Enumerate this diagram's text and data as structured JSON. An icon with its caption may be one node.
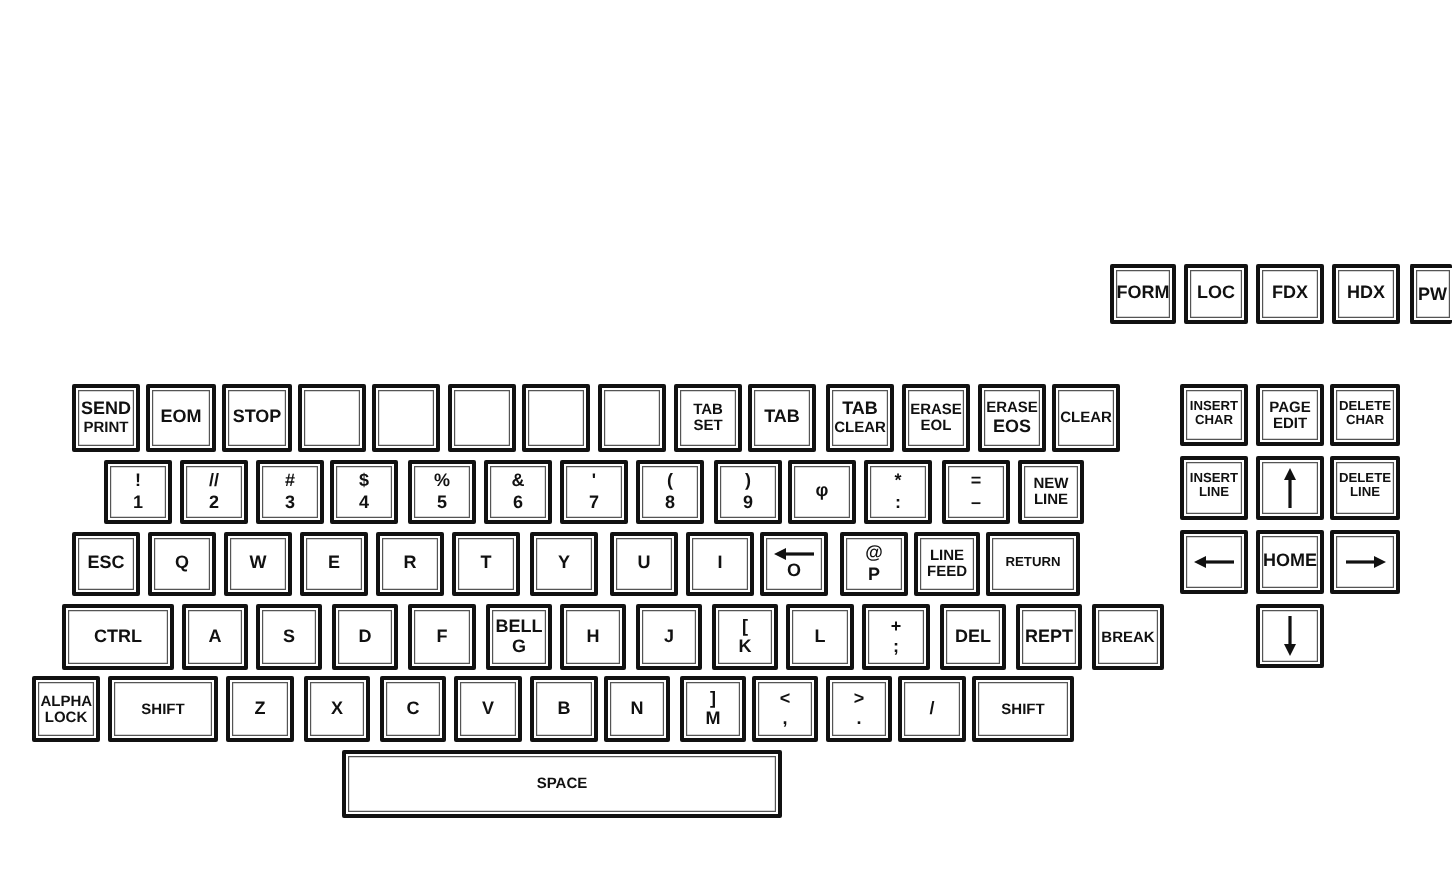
{
  "diagram": {
    "nodes": [
      {
        "text": [
          "FORM"
        ]
      },
      {
        "text": [
          "LOC"
        ]
      },
      {
        "text": [
          "FDX"
        ]
      },
      {
        "text": [
          "HDX"
        ]
      },
      {
        "text": [
          "PW"
        ]
      },
      {
        "text": [
          "SEND",
          "PRINT"
        ]
      },
      {
        "text": [
          "EOM"
        ]
      },
      {
        "text": [
          "STOP"
        ]
      },
      {
        "text": [],
        "shape": "box"
      },
      {
        "text": [],
        "shape": "box"
      },
      {
        "text": [],
        "shape": "box"
      },
      {
        "text": [],
        "shape": "box"
      },
      {
        "text": [],
        "shape": "box"
      },
      {
        "text": [
          "TAB SET"
        ]
      },
      {
        "text": [
          "TAB"
        ]
      },
      {
        "text": [
          "TAB",
          "CLEAR"
        ]
      },
      {
        "text": [
          "ERASE EOL"
        ]
      },
      {
        "text": [
          "ERASE",
          "EOS"
        ]
      },
      {
        "text": [
          "CLEAR"
        ]
      },
      {
        "text": [
          "INSERT CHAR"
        ]
      },
      {
        "text": [
          "PAGE EDIT"
        ]
      },
      {
        "text": [
          "DELETE CHAR"
        ]
      },
      {
        "text": [
          "!",
          "1"
        ]
      },
      {
        "text": [
          "//",
          "2"
        ]
      },
      {
        "text": [
          "#",
          "3"
        ]
      },
      {
        "text": [
          "$",
          "4"
        ]
      },
      {
        "text": [
          "%",
          "5"
        ]
      },
      {
        "text": [
          "&",
          "6"
        ]
      },
      {
        "text": [
          "'",
          "7"
        ]
      },
      {
        "text": [
          "(",
          "8"
        ]
      },
      {
        "text": [
          ")",
          "9"
        ]
      },
      {
        "text": [
          "φ"
        ]
      },
      {
        "text": [
          "*",
          ":"
        ]
      },
      {
        "text": [
          "=",
          "–"
        ]
      },
      {
        "text": [
          "NEW LINE"
        ]
      },
      {
        "text": [
          "INSERT LINE"
        ]
      },
      {
        "text": [],
        "shape": "box"
      },
      {
        "text": [
          "DELETE LINE"
        ]
      },
      {
        "text": [
          "ESC"
        ]
      },
      {
        "text": [
          "Q"
        ]
      },
      {
        "text": [
          "W"
        ]
      },
      {
        "text": [
          "E"
        ]
      },
      {
        "text": [
          "R"
        ]
      },
      {
        "text": [
          "T"
        ]
      },
      {
        "text": [
          "Y"
        ]
      },
      {
        "text": [
          "U"
        ]
      },
      {
        "text": [
          "I"
        ]
      },
      {
        "text": [
          "O"
        ]
      },
      {
        "text": [
          "@",
          "P"
        ]
      },
      {
        "text": [
          "LINE FEED"
        ]
      },
      {
        "text": [
          "RETURN"
        ]
      },
      {
        "text": [],
        "shape": "box"
      },
      {
        "text": [
          "HOME"
        ]
      },
      {
        "text": [],
        "shape": "box"
      },
      {
        "text": [
          "CTRL"
        ]
      },
      {
        "text": [
          "A"
        ]
      },
      {
        "text": [
          "S"
        ]
      },
      {
        "text": [
          "D"
        ]
      },
      {
        "text": [
          "F"
        ]
      },
      {
        "text": [
          "BELL",
          "G"
        ]
      },
      {
        "text": [
          "H"
        ]
      },
      {
        "text": [
          "J"
        ]
      },
      {
        "text": [
          "[",
          "K"
        ]
      },
      {
        "text": [
          "L"
        ]
      },
      {
        "text": [
          "+",
          ";"
        ]
      },
      {
        "text": [
          "DEL"
        ]
      },
      {
        "text": [
          "REPT"
        ]
      },
      {
        "text": [
          "BREAK"
        ]
      },
      {
        "text": [],
        "shape": "box"
      },
      {
        "text": [
          "ALPHA LOCK"
        ]
      },
      {
        "text": [
          "SHIFT"
        ]
      },
      {
        "text": [
          "Z"
        ]
      },
      {
        "text": [
          "X"
        ]
      },
      {
        "text": [
          "C"
        ]
      },
      {
        "text": [
          "V"
        ]
      },
      {
        "text": [
          "B"
        ]
      },
      {
        "text": [
          "N"
        ]
      },
      {
        "text": [
          "]",
          "M"
        ]
      },
      {
        "text": [
          "<",
          ","
        ]
      },
      {
        "text": [
          ">",
          "."
        ]
      },
      {
        "text": [
          "/"
        ]
      },
      {
        "text": [
          "SHIFT"
        ]
      },
      {
        "text": [
          "SPACE"
        ]
      }
    ]
  }
}
